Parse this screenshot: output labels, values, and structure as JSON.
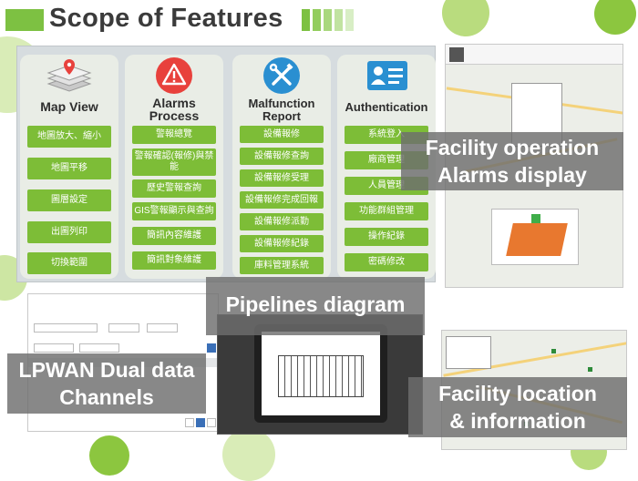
{
  "title": "Scope of  Features",
  "columns": [
    {
      "title": "Map View",
      "icon": "map-layers-icon",
      "items": [
        "地圖放大、縮小",
        "地圖平移",
        "圖層設定",
        "出圖列印",
        "切換範圍"
      ]
    },
    {
      "title_line1": "Alarms",
      "title_line2": "Process",
      "icon": "alert-icon",
      "items": [
        "警報總覽",
        "警報確認(報修)與禁能",
        "歷史警報查詢",
        "GIS警報顯示與查詢",
        "簡訊內容維護",
        "簡訊對象維護"
      ]
    },
    {
      "title_line1": "Malfunction",
      "title_line2": "Report",
      "icon": "wrench-screwdriver-icon",
      "items": [
        "設備報修",
        "設備報修查詢",
        "設備報修受理",
        "設備報修完成回報",
        "設備報修派勤",
        "設備報修紀錄",
        "庫料管理系統"
      ]
    },
    {
      "title": "Authentication",
      "icon": "id-card-icon",
      "items": [
        "系統登入",
        "廠商管理",
        "人員管理",
        "功能群組管理",
        "操作紀錄",
        "密碼修改"
      ]
    }
  ],
  "overlays": {
    "facility_operation_line1": "Facility operation",
    "facility_operation_line2": "Alarms display",
    "pipelines": "Pipelines diagram",
    "lpwan_line1": "LPWAN Dual data",
    "lpwan_line2": "Channels",
    "facility_location_line1": "Facility location",
    "facility_location_line2": "& information"
  },
  "colors": {
    "accent_green": "#7dc142",
    "button_green": "#7dbd37",
    "alert_red": "#e8413c",
    "tool_blue": "#2a8fd1",
    "overlay_gray": "#6e6e6e",
    "title_gray": "#3b3b3b"
  }
}
